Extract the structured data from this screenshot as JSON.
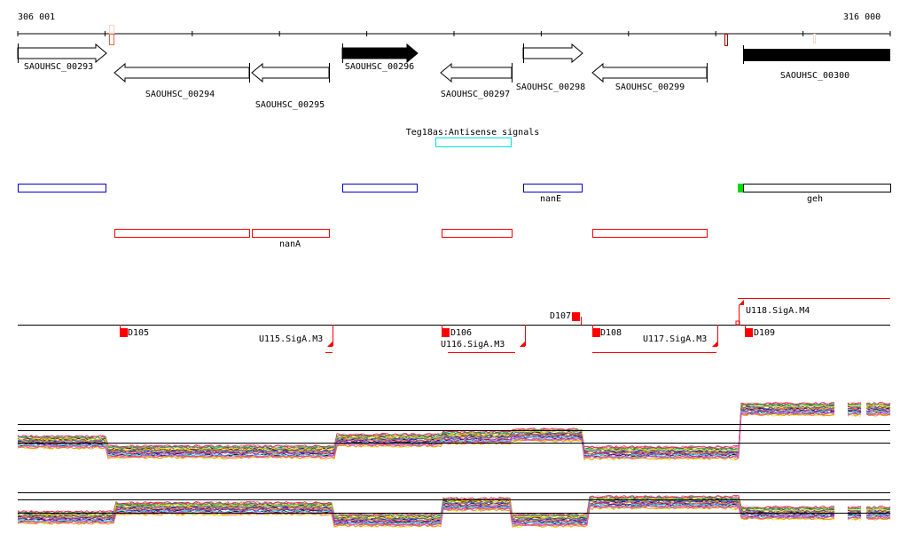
{
  "ruler": {
    "start": "306 001",
    "end": "316 000"
  },
  "genes": [
    {
      "name": "SAOUHSC_00293",
      "strand": "+",
      "fill": "#fff"
    },
    {
      "name": "SAOUHSC_00294",
      "strand": "-",
      "fill": "#fff"
    },
    {
      "name": "SAOUHSC_00295",
      "strand": "-",
      "fill": "#fff"
    },
    {
      "name": "SAOUHSC_00296",
      "strand": "+",
      "fill": "#000"
    },
    {
      "name": "SAOUHSC_00297",
      "strand": "-",
      "fill": "#fff"
    },
    {
      "name": "SAOUHSC_00298",
      "strand": "+",
      "fill": "#fff"
    },
    {
      "name": "SAOUHSC_00299",
      "strand": "-",
      "fill": "#fff"
    },
    {
      "name": "SAOUHSC_00300",
      "strand": "+",
      "fill": "#000"
    }
  ],
  "antisense": {
    "label": "Teg18as:Antisense signals",
    "color": "#00e5e5"
  },
  "blue_track": {
    "labels": [
      "nanE",
      "geh"
    ],
    "color": "#0000cc"
  },
  "red_track": {
    "labels": [
      "nanA"
    ],
    "color": "#ff0000"
  },
  "features": [
    "D105",
    "D106",
    "D107",
    "D108",
    "D109",
    "U115.SigA.M3",
    "U116.SigA.M3",
    "U117.SigA.M3",
    "U118.SigA.M4"
  ]
}
